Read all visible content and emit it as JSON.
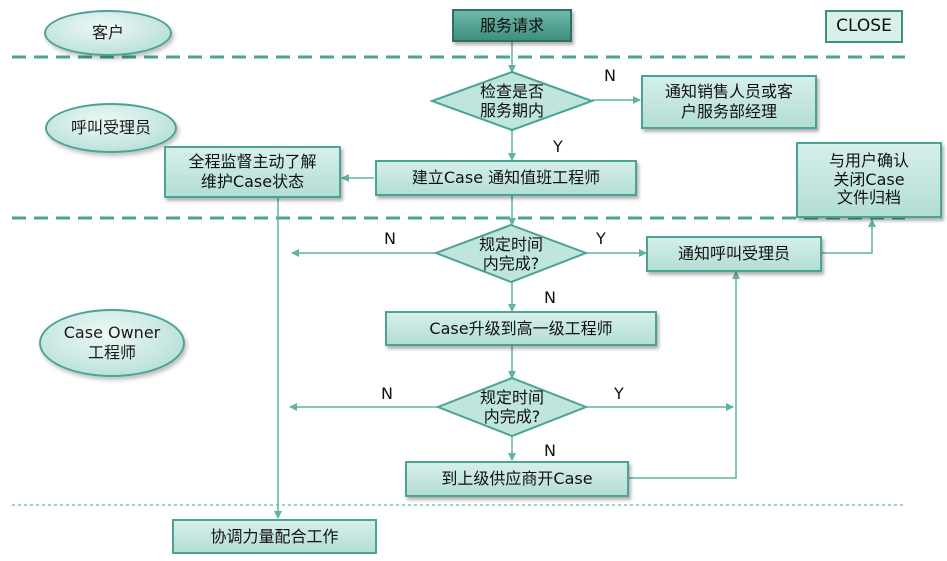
{
  "lanes": {
    "customer": "客户",
    "call_agent": "呼叫受理员",
    "case_owner": "Case Owner\n工程师"
  },
  "buttons": {
    "close": "CLOSE"
  },
  "nodes": {
    "service_request": "服务请求",
    "check_period": "检查是否\n服务期内",
    "notify_sales": "通知销售人员或客\n户服务部经理",
    "create_case": "建立Case 通知值班工程师",
    "monitor": "全程监督主动了解\n维护Case状态",
    "confirm_close": "与用户确认\n关闭Case\n文件归档",
    "check_time_1": "规定时间\n内完成?",
    "notify_call_agent": "通知呼叫受理员",
    "escalate": "Case升级到高一级工程师",
    "check_time_2": "规定时间\n内完成?",
    "vendor_case": "到上级供应商开Case",
    "coordinate": "协调力量配合工作"
  },
  "edge_labels": {
    "n_notify": "N",
    "y_create": "Y",
    "n_time1_left": "N",
    "y_time1_right": "Y",
    "n_escalate": "N",
    "n_time2_left": "N",
    "y_time2_right": "Y",
    "n_vendor": "N"
  },
  "colors": {
    "lane_line": "#4aa393",
    "flow_line": "#5fb3a3",
    "diamond_fill": "#bfe5dd",
    "diamond_stroke": "#4aa393"
  }
}
